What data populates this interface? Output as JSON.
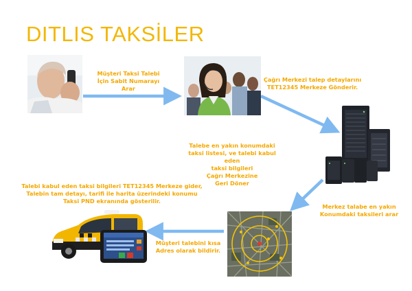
{
  "title": "DITLIS TAKSİLER",
  "captions": {
    "step1": [
      "Müşteri Taksi Talebi",
      "İçin Sabit Numarayı Arar"
    ],
    "step2": [
      "Çağrı Merkezi talep detaylarını",
      "TET12345  Merkeze Gönderir."
    ],
    "step3": [
      "Talebe en yakın konumdaki",
      "taksi listesi, ve talebi kabul eden",
      "taksi bilgileri",
      "Çağrı Merkezine",
      "Geri Döner"
    ],
    "step4": [
      "Merkez talabe en yakın",
      "Konumdaki taksileri arar"
    ],
    "step5": [
      "Müşteri talebini kısa",
      "Adres olarak bildirir."
    ],
    "step6": [
      "Talebi kabul eden taksi bilgileri TET12345  Merkeze gider,",
      "Talebin tam detayı, tarifi ile harita üzerindeki konumu",
      "Taksi PND ekranında gösterilir."
    ]
  },
  "colors": {
    "title": "#f2b705",
    "caption": "#f4a800",
    "arrow": "#7fb9f0"
  },
  "icons": [
    "phone-caller-photo",
    "call-center-photo",
    "server-rack-photo",
    "server-cluster-photo",
    "city-map-photo",
    "taxi-van-photo",
    "pnd-device-icon"
  ]
}
